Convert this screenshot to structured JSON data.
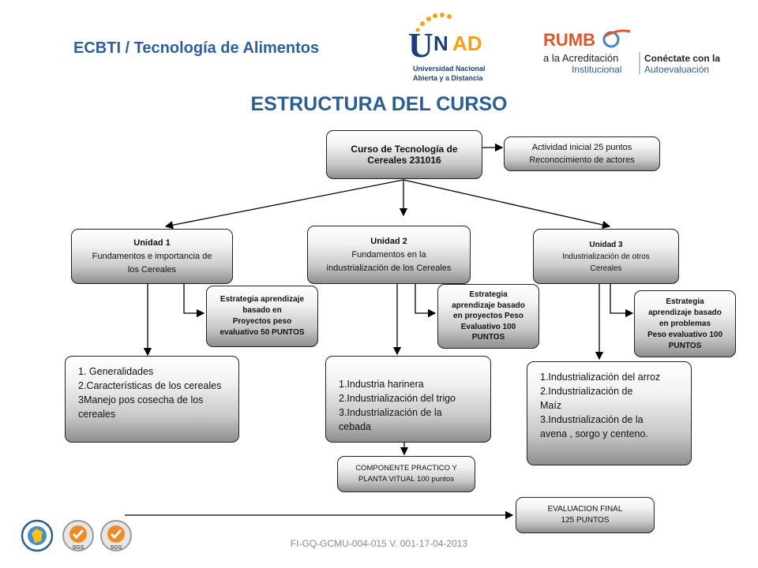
{
  "header": {
    "title": "ECBTI / Tecnología de Alimentos",
    "unad_logo": {
      "text": "UNAD",
      "line1": "Universidad Nacional",
      "line2": "Abierta y a Distancia"
    },
    "rumbo_logo": {
      "word": "RUMBO",
      "line1": "a la Acreditación",
      "line2": "Institucional",
      "line3": "Conéctate con la",
      "line4": "Autoevaluación"
    }
  },
  "main_title": "ESTRUCTURA DEL CURSO",
  "diagram": {
    "course": {
      "line1": "Curso de Tecnología de",
      "line2": "Cereales 231016"
    },
    "initial_activity": {
      "line1": "Actividad inicial 25 puntos",
      "line2": "Reconocimiento  de actores"
    },
    "unit1": {
      "title": "Unidad 1",
      "line1": "Fundamentos e importancia de",
      "line2": "los Cereales"
    },
    "unit2": {
      "title": "Unidad 2",
      "line1": "Fundamentos  en la",
      "line2": "industrialización de los Cereales"
    },
    "unit3": {
      "title": "Unidad 3",
      "line1": "Industrialización de  otros",
      "line2": "Cereales"
    },
    "strategy1": {
      "line1": "Estrategia aprendizaje",
      "line2": "basado en",
      "line3": "Proyectos peso",
      "line4": "evaluativo 50 PUNTOS"
    },
    "strategy2": {
      "line1": "Estrategia",
      "line2": "aprendizaje basado",
      "line3": "en proyectos Peso",
      "line4": "Evaluativo 100",
      "line5": "PUNTOS"
    },
    "strategy3": {
      "line1": "Estrategia",
      "line2": "aprendizaje basado",
      "line3": "en problemas",
      "line4": "Peso evaluativo 100",
      "line5": "PUNTOS"
    },
    "topics1": [
      "1. Generalidades",
      "2.Características de los cereales",
      "3Manejo pos cosecha de los",
      "cereales"
    ],
    "topics2": [
      "1.Industria harinera",
      "2.Industrialización del trigo",
      "3.Industrialización de la",
      "cebada"
    ],
    "topics3": [
      "1.Industrialización del arroz",
      "2.Industrialización de",
      "Maíz",
      "3.Industrialización de la",
      "avena , sorgo y centeno."
    ],
    "practical": {
      "line1": "COMPONENTE PRACTICO Y",
      "line2": "PLANTA VITUAL 100 puntos"
    },
    "final_eval": {
      "line1": "EVALUACION FINAL",
      "line2": "125 PUNTOS"
    }
  },
  "footer": {
    "code": "FI-GQ-GCMU-004-015  V. 001-17-04-2013",
    "cert_label": "SGS"
  }
}
